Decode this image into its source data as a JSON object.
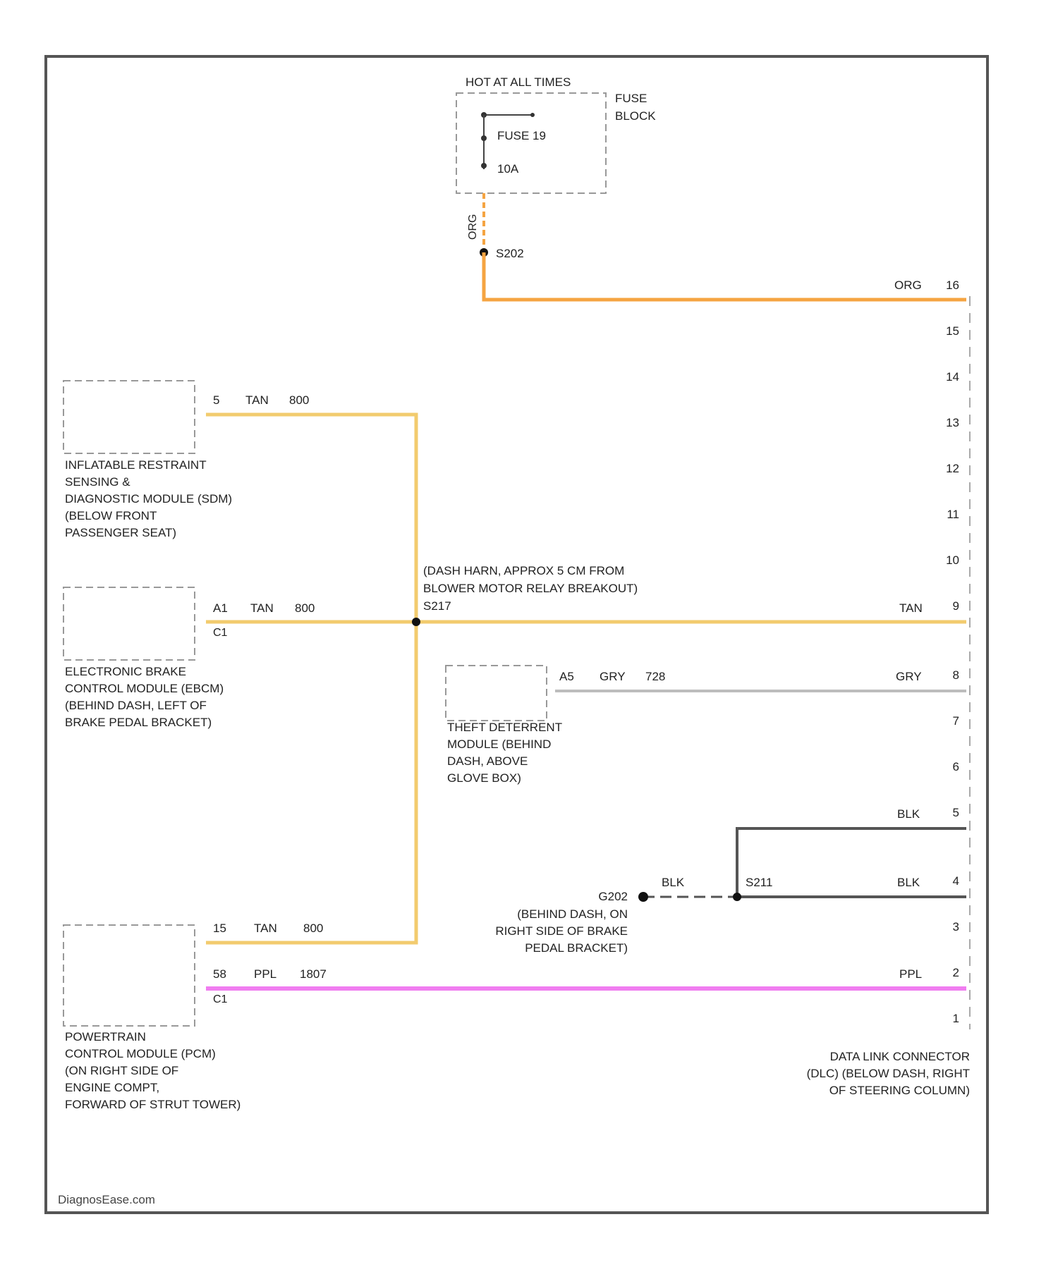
{
  "header": {
    "power_label": "HOT AT ALL TIMES"
  },
  "fuse_block": {
    "name_line1": "FUSE",
    "name_line2": "BLOCK",
    "fuse": "FUSE 19",
    "rating": "10A"
  },
  "splices": {
    "s202": "S202",
    "s217": "S217",
    "s211": "S211"
  },
  "ground": {
    "name": "G202",
    "desc_line1": "(BEHIND DASH, ON",
    "desc_line2": "RIGHT SIDE OF BRAKE",
    "desc_line3": "PEDAL BRACKET)"
  },
  "wires": {
    "orange": {
      "color_code": "ORG",
      "hex": "#f5a442"
    },
    "tan": {
      "color_code": "TAN",
      "circuit": "800",
      "hex": "#f2cb6e"
    },
    "gray": {
      "color_code": "GRY",
      "circuit": "728",
      "hex": "#bdbdbd"
    },
    "black": {
      "color_code": "BLK",
      "hex": "#555555"
    },
    "purple": {
      "color_code": "PPL",
      "circuit": "1807",
      "hex": "#f07df0"
    }
  },
  "modules": {
    "sdm": {
      "pin": "5",
      "line1": "INFLATABLE RESTRAINT",
      "line2": "SENSING &",
      "line3": "DIAGNOSTIC MODULE (SDM)",
      "line4": "(BELOW FRONT",
      "line5": "PASSENGER SEAT)"
    },
    "ebcm": {
      "pin": "A1",
      "connector": "C1",
      "line1": "ELECTRONIC BRAKE",
      "line2": "CONTROL MODULE (EBCM)",
      "line3": "(BEHIND DASH, LEFT OF",
      "line4": "BRAKE PEDAL BRACKET)"
    },
    "theft": {
      "pin": "A5",
      "line1": "THEFT DETERRENT",
      "line2": "MODULE (BEHIND",
      "line3": "DASH, ABOVE",
      "line4": "GLOVE BOX)"
    },
    "pcm": {
      "pin_tan": "15",
      "pin_ppl": "58",
      "connector": "C1",
      "line1": "POWERTRAIN",
      "line2": "CONTROL MODULE (PCM)",
      "line3": "(ON RIGHT SIDE OF",
      "line4": "ENGINE COMPT,",
      "line5": "FORWARD OF STRUT TOWER)"
    }
  },
  "harness_note": {
    "line1": "(DASH HARN, APPROX 5 CM FROM",
    "line2": "BLOWER MOTOR RELAY BREAKOUT)"
  },
  "dlc": {
    "line1": "DATA LINK CONNECTOR",
    "line2": "(DLC) (BELOW DASH, RIGHT",
    "line3": "OF STEERING COLUMN)",
    "pins": [
      "16",
      "15",
      "14",
      "13",
      "12",
      "11",
      "10",
      "9",
      "8",
      "7",
      "6",
      "5",
      "4",
      "3",
      "2",
      "1"
    ]
  },
  "watermark": "DiagnosEase.com"
}
